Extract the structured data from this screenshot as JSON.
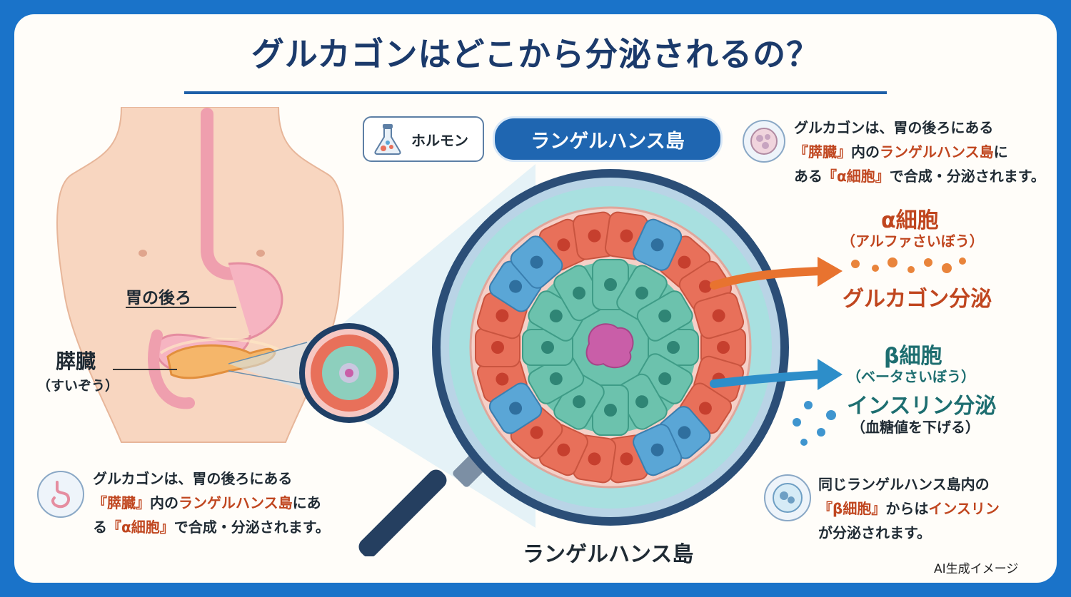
{
  "title": "グルカゴンはどこから分泌されるの？",
  "hormone_tag": "ホルモン",
  "islet_pill": "ランゲルハンス島",
  "body_labels": {
    "stomach_back": "胃の後ろ",
    "pancreas": "膵臓",
    "pancreas_reading": "（すいぞう）"
  },
  "top_right_note": {
    "line1": "グルカゴンは、胃の後ろにある",
    "line2_a": "『膵臓』",
    "line2_b": "内の",
    "line2_c": "ランゲルハンス島",
    "line2_d": "に",
    "line3_a": "ある",
    "line3_b": "『α細胞』",
    "line3_c": "で合成・分泌されます。"
  },
  "alpha": {
    "name": "α細胞",
    "reading": "（アルファさいぼう）",
    "action": "グルカゴン分泌"
  },
  "beta": {
    "name": "β細胞",
    "reading": "（ベータさいぼう）",
    "action": "インスリン分泌",
    "effect": "（血糖値を下げる）"
  },
  "bottom_left_note": {
    "line1": "グルカゴンは、胃の後ろにある",
    "line2_a": "『膵臓』",
    "line2_b": "内の",
    "line2_c": "ランゲルハンス島",
    "line2_d": "にあ",
    "line3_a": "る",
    "line3_b": "『α細胞』",
    "line3_c": "で合成・分泌されます。"
  },
  "bottom_right_note": {
    "line1": "同じランゲルハンス島内の",
    "line2_a": "『β細胞』",
    "line2_b": "からは",
    "line2_c": "インスリン",
    "line3": "が分泌されます。"
  },
  "magnifier_caption": "ランゲルハンス島",
  "credit": "AI生成イメージ",
  "colors": {
    "frame": "#1a73c9",
    "title": "#1b3a6b",
    "alpha_cell": "#e8705a",
    "beta_cell": "#6cc2ad",
    "delta_cell": "#5aa6d6",
    "alpha_text": "#c0461f",
    "beta_text": "#1d6e70"
  },
  "icons": [
    "flask-icon",
    "cell-icon",
    "stomach-icon",
    "single-cell-icon",
    "magnifier-icon"
  ]
}
